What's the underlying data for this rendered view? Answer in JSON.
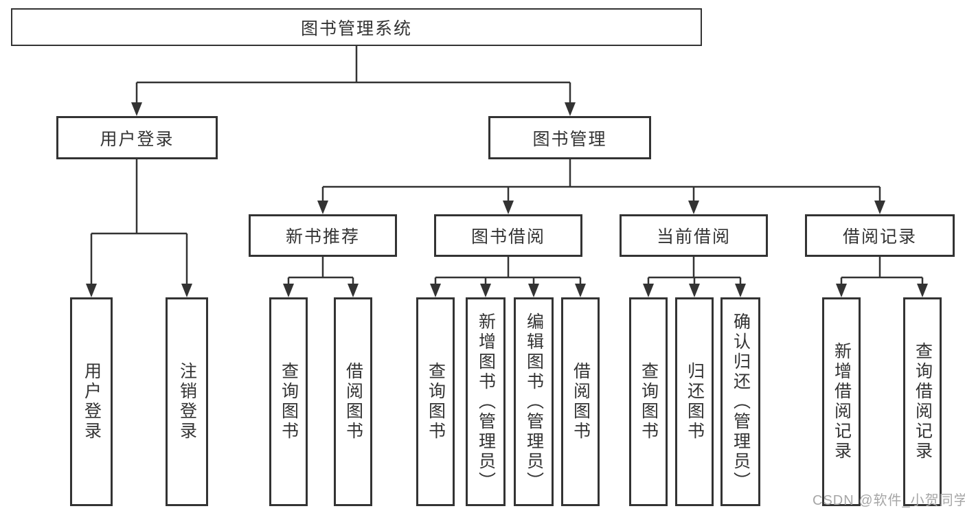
{
  "tree": {
    "label": "图书管理系统",
    "children": [
      {
        "label": "用户登录",
        "children": [
          {
            "label": "用户登录"
          },
          {
            "label": "注销登录"
          }
        ]
      },
      {
        "label": "图书管理",
        "children": [
          {
            "label": "新书推荐",
            "children": [
              {
                "label": "查询图书"
              },
              {
                "label": "借阅图书"
              }
            ]
          },
          {
            "label": "图书借阅",
            "children": [
              {
                "label": "查询图书"
              },
              {
                "label": "新增图书（管理员）"
              },
              {
                "label": "编辑图书（管理员）"
              },
              {
                "label": "借阅图书"
              }
            ]
          },
          {
            "label": "当前借阅",
            "children": [
              {
                "label": "查询图书"
              },
              {
                "label": "归还图书"
              },
              {
                "label": "确认归还（管理员）"
              }
            ]
          },
          {
            "label": "借阅记录",
            "children": [
              {
                "label": "新增借阅记录"
              },
              {
                "label": "查询借阅记录"
              }
            ]
          }
        ]
      }
    ]
  },
  "watermark": "CSDN @软件_小贺同学",
  "colors": {
    "line": "#333333",
    "text": "#333333",
    "box_background": "#ffffff",
    "page_background": "#ffffff",
    "watermark": "#a6a6a6"
  }
}
